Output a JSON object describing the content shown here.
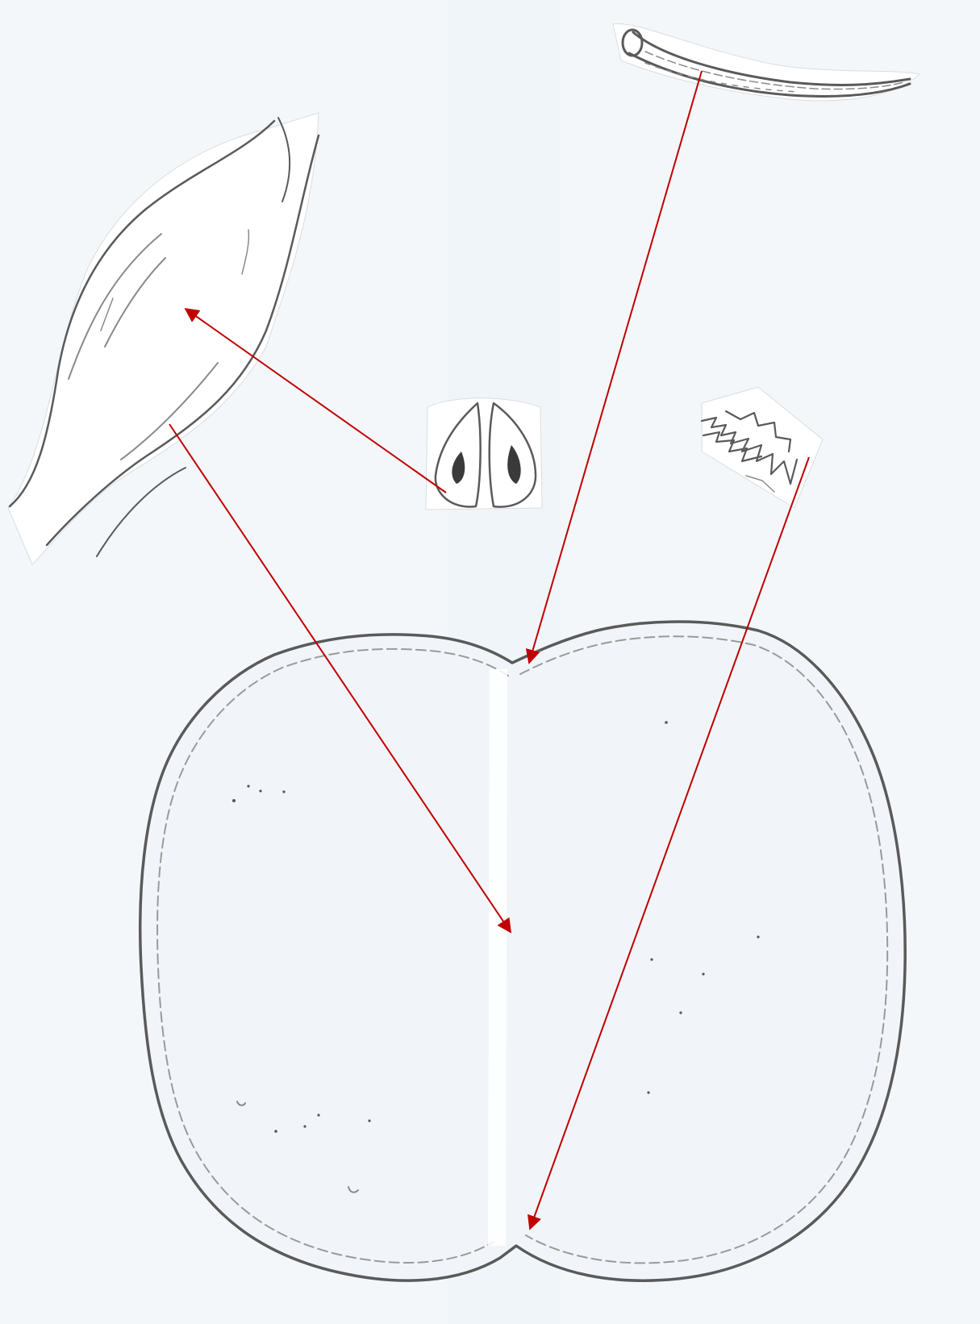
{
  "diagram": {
    "paper_color": "#f4f7fa",
    "pencil_color": "#5a5a5a",
    "arrow_color": "#c00000",
    "parts": [
      {
        "name": "stem",
        "icon": "stem-icon"
      },
      {
        "name": "leaf",
        "icon": "leaf-icon"
      },
      {
        "name": "seeds",
        "icon": "seeds-icon"
      },
      {
        "name": "calyx",
        "icon": "calyx-icon"
      },
      {
        "name": "apple-body",
        "icon": "apple-body-icon"
      }
    ],
    "arrows": [
      {
        "from": "stem",
        "to": "apple-top"
      },
      {
        "from": "seeds",
        "to": "leaf"
      },
      {
        "from": "leaf",
        "to": "apple-center"
      },
      {
        "from": "calyx",
        "to": "apple-bottom"
      }
    ]
  }
}
